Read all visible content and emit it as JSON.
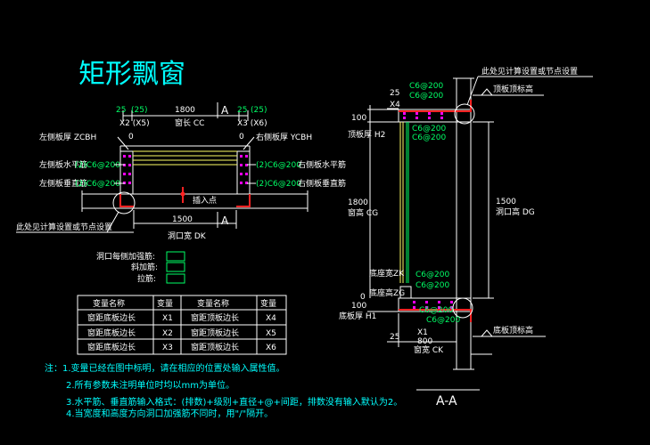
{
  "title": "矩形飘窗",
  "plan": {
    "dim_25_left": "25",
    "dim_25_left_paren": "(25)",
    "x2": "X2 (X5)",
    "dim_1800": "1800",
    "window_length": "窗长 CC",
    "section_mark": "A",
    "dim_25_right": "25",
    "dim_25_right_paren": "(25)",
    "x3": "X3 (X6)",
    "zero_left": "0",
    "zero_right": "0",
    "left_thick": "左侧板厚 ZCBH",
    "right_thick": "右侧板厚 YCBH",
    "left_horiz": "左侧板水平筋",
    "left_horiz_val": "(2)C6@200",
    "right_horiz_val": "(2)C6@200",
    "right_horiz": "右侧板水平筋",
    "left_vert": "左侧板垂直筋",
    "left_vert_val": "(2)C6@200",
    "right_vert_val": "(2)C6@200",
    "right_vert": "右侧板垂直筋",
    "insert_point": "插入点",
    "dim_1500": "1500",
    "opening_width": "洞口宽 DK",
    "calc_note": "此处见计算设置或节点设置"
  },
  "reinf": {
    "opening_each": "洞口每侧加强筋:",
    "diagonal": "斜加筋:",
    "tie": "拉筋:"
  },
  "table": {
    "headers": [
      "变量名称",
      "变量",
      "变量名称",
      "变量"
    ],
    "rows": [
      [
        "窗距底板边长",
        "X1",
        "窗距顶板边长",
        "X4"
      ],
      [
        "窗距底板边长",
        "X2",
        "窗距顶板边长",
        "X5"
      ],
      [
        "窗距底板边长",
        "X3",
        "窗距顶板边长",
        "X6"
      ]
    ]
  },
  "notes": [
    "注：1.变量已经在图中标明，请在相应的位置处输入属性值。",
    "2.所有参数未注明单位时均以mm为单位。",
    "3.水平筋、垂直筋输入格式：(排数)+级别+直径+@+间距，排数没有输入默认为2。",
    "4.当宽度和高度方向洞口加强筋不同时，用\"/\"隔开。"
  ],
  "section": {
    "calc_note": "此处见计算设置或节点设置",
    "top_elev": "顶板顶标高",
    "dim_25_top": "25",
    "top_bar1": "C6@200",
    "x4": "X4",
    "top_bar2": "C6@200",
    "dim_100_top": "100",
    "top_thick": "顶板厚 H2",
    "mid_bar1": "C6@200",
    "mid_bar2": "C6@200",
    "dim_1800": "1800",
    "window_height": "窗高 CG",
    "dim_1500": "1500",
    "opening_height": "洞口高 DG",
    "sill_width": "底座宽ZK",
    "sill_height": "底座高ZG",
    "bot_bar1": "C6@200",
    "bot_bar2": "C6@200",
    "dim_0": "0",
    "dim_100_bot": "100",
    "bot_thick": "底板厚 H1",
    "bot_bar3": "C6@200",
    "bot_bar4": "C6@200",
    "bot_elev": "底板顶标高",
    "dim_25_bot": "25",
    "x1": "X1",
    "dim_800": "800",
    "window_width": "窗宽 CK",
    "label": "A-A"
  }
}
